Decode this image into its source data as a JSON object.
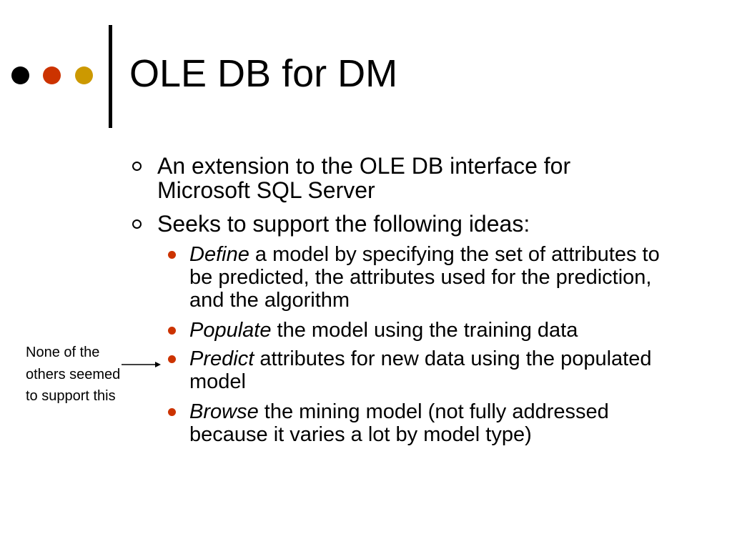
{
  "slide": {
    "title": "OLE DB for DM",
    "bullets": [
      {
        "text": "An extension to the OLE DB interface for Microsoft SQL Server"
      },
      {
        "text": "Seeks to support the following ideas:"
      }
    ],
    "sub_bullets": [
      {
        "keyword": "Define",
        "rest": " a model by specifying the set of attributes to be predicted, the attributes used for the prediction, and the algorithm"
      },
      {
        "keyword": "Populate",
        "rest": " the model using the training data"
      },
      {
        "keyword": "Predict",
        "rest": " attributes for new data using the populated model"
      },
      {
        "keyword": "Browse",
        "rest": " the mining model (not fully addressed because it varies a lot by model type)"
      }
    ],
    "annotation": "None of the others seemed to support this"
  },
  "colors": {
    "dot_1": "#000000",
    "dot_2": "#cc3300",
    "dot_3": "#cc9900",
    "sub_bullet": "#cc3300",
    "text": "#000000",
    "background": "#ffffff"
  }
}
